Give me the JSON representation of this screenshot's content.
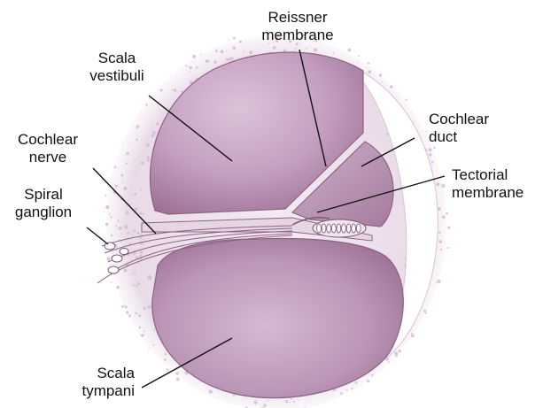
{
  "labels": {
    "reissner": {
      "line1": "Reissner",
      "line2": "membrane"
    },
    "scala_vestibuli": {
      "line1": "Scala",
      "line2": "vestibuli"
    },
    "cochlear_duct": {
      "line1": "Cochlear",
      "line2": "duct"
    },
    "cochlear_nerve": {
      "line1": "Cochlear",
      "line2": "nerve"
    },
    "tectorial": {
      "line1": "Tectorial",
      "line2": "membrane"
    },
    "spiral_ganglion": {
      "line1": "Spiral",
      "line2": "ganglion"
    },
    "scala_tympani": {
      "line1": "Scala",
      "line2": "tympani"
    }
  },
  "colors": {
    "chamber": "#b990b3",
    "chamber_light": "#dcc3d9",
    "chamber_dark": "#8e6386",
    "bone": "#efe4ee",
    "bone_speckle": "#d7c2d4",
    "outline": "#7b5573",
    "leader": "#111111"
  }
}
